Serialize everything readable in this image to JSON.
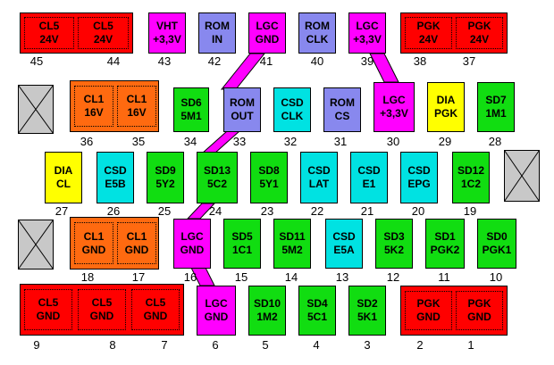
{
  "colors": {
    "cl5": "#ff0000",
    "cl1": "#ff6a10",
    "supply_magenta": "#ff00ff",
    "rom_lavender": "#8888ee",
    "sd_green": "#11dd11",
    "csd_cyan": "#00e2e2",
    "dia_yellow": "#ffff00",
    "empty_gray": "#c8c8c8"
  },
  "connectors": [
    {
      "num": "45",
      "label": "CL5\n24V"
    },
    {
      "num": "44",
      "label": "CL5\n24V"
    },
    {
      "num": "43",
      "label": "VHT\n+3,3V"
    },
    {
      "num": "42",
      "label": "ROM\nIN"
    },
    {
      "num": "41",
      "label": "LGC\nGND"
    },
    {
      "num": "40",
      "label": "ROM\nCLK"
    },
    {
      "num": "39",
      "label": "LGC\n+3,3V"
    },
    {
      "num": "38",
      "label": "PGK\n24V"
    },
    {
      "num": "37",
      "label": "PGK\n24V"
    },
    {
      "num": "36",
      "label": "CL1\n16V"
    },
    {
      "num": "35",
      "label": "CL1\n16V"
    },
    {
      "num": "34",
      "label": "SD6\n5M1"
    },
    {
      "num": "33",
      "label": "ROM\nOUT"
    },
    {
      "num": "32",
      "label": "CSD\nCLK"
    },
    {
      "num": "31",
      "label": "ROM\nCS"
    },
    {
      "num": "30",
      "label": "LGC\n+3,3V"
    },
    {
      "num": "29",
      "label": "DIA\nPGK"
    },
    {
      "num": "28",
      "label": "SD7\n1M1"
    },
    {
      "num": "27",
      "label": "DIA\nCL"
    },
    {
      "num": "26",
      "label": "CSD\nE5B"
    },
    {
      "num": "25",
      "label": "SD9\n5Y2"
    },
    {
      "num": "24",
      "label": "SD13\n5C2"
    },
    {
      "num": "23",
      "label": "SD8\n5Y1"
    },
    {
      "num": "22",
      "label": "CSD\nLAT"
    },
    {
      "num": "21",
      "label": "CSD\nE1"
    },
    {
      "num": "20",
      "label": "CSD\nEPG"
    },
    {
      "num": "19",
      "label": "SD12\n1C2"
    },
    {
      "num": "18",
      "label": "CL1\nGND"
    },
    {
      "num": "17",
      "label": "CL1\nGND"
    },
    {
      "num": "16",
      "label": "LGC\nGND"
    },
    {
      "num": "15",
      "label": "SD5\n1C1"
    },
    {
      "num": "14",
      "label": "SD11\n5M2"
    },
    {
      "num": "13",
      "label": "CSD\nE5A"
    },
    {
      "num": "12",
      "label": "SD3\n5K2"
    },
    {
      "num": "11",
      "label": "SD1\nPGK2"
    },
    {
      "num": "10",
      "label": "SD0\nPGK1"
    },
    {
      "num": "9",
      "label": "CL5\nGND"
    },
    {
      "num": "8",
      "label": "CL5\nGND"
    },
    {
      "num": "7",
      "label": "CL5\nGND"
    },
    {
      "num": "6",
      "label": "LGC\nGND"
    },
    {
      "num": "5",
      "label": "SD10\n1M2"
    },
    {
      "num": "4",
      "label": "SD4\n5C1"
    },
    {
      "num": "3",
      "label": "SD2\n5K1"
    },
    {
      "num": "2",
      "label": "PGK\nGND"
    },
    {
      "num": "1",
      "label": "PGK\nGND"
    }
  ]
}
